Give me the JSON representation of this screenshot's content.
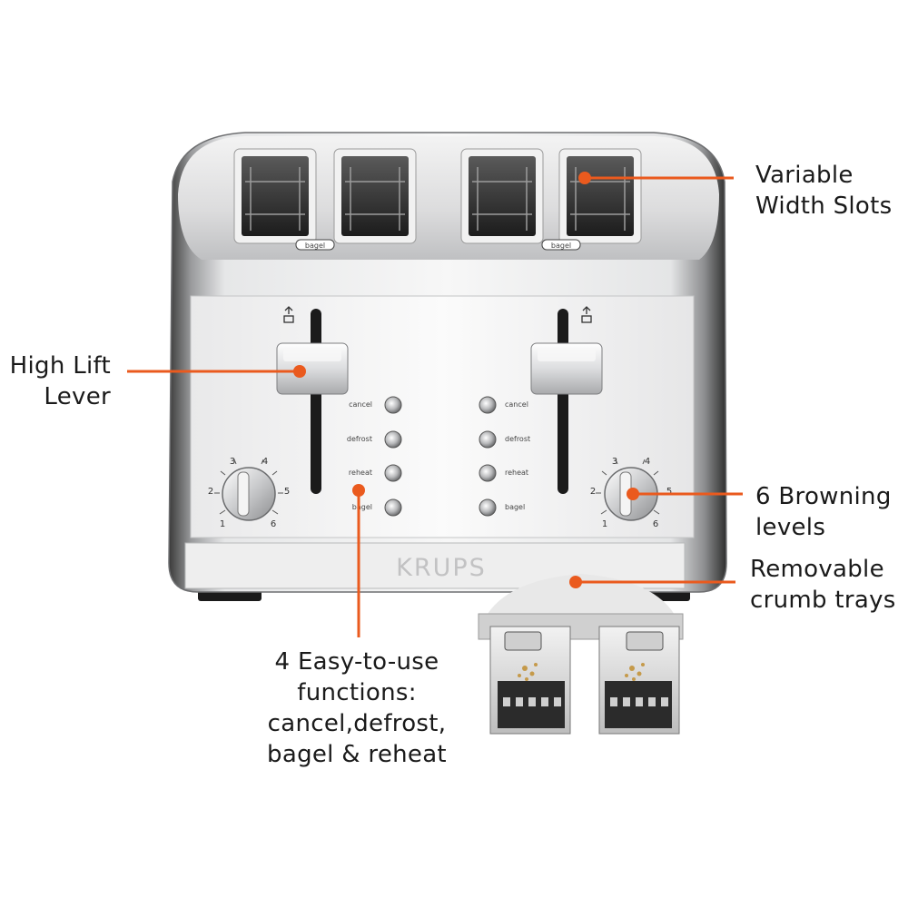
{
  "brand": "KRUPS",
  "slot_labels": {
    "left": "bagel",
    "right": "bagel"
  },
  "panel": {
    "left_buttons": [
      "cancel",
      "defrost",
      "reheat",
      "bagel"
    ],
    "right_buttons": [
      "cancel",
      "defrost",
      "reheat",
      "bagel"
    ]
  },
  "dial_numbers": [
    "1",
    "2",
    "3",
    "4",
    "5",
    "6"
  ],
  "callouts": {
    "slots": [
      "Variable",
      "Width Slots"
    ],
    "lever": [
      "High Lift",
      "Lever"
    ],
    "browning": [
      "6 Browning",
      "levels"
    ],
    "crumb": [
      "Removable",
      "crumb trays"
    ],
    "functions": [
      "4 Easy-to-use",
      "functions:",
      "cancel,defrost,",
      "bagel & reheat"
    ]
  },
  "colors": {
    "accent": "#ea5a1e",
    "steel": "#d9dadb",
    "dark": "#2a2a2a"
  },
  "icons": {
    "lift": "lift-arrow-icon"
  }
}
